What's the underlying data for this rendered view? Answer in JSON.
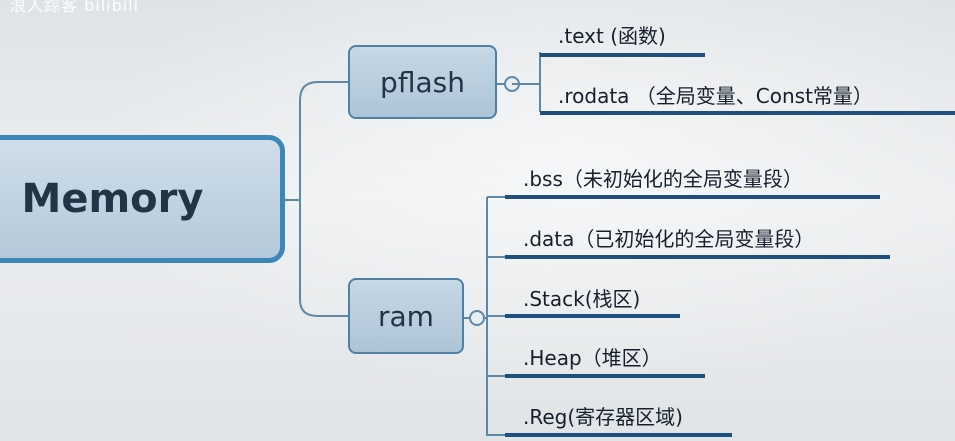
{
  "overlay": {
    "watermark": "浪人踪客 bilibili"
  },
  "mindmap": {
    "root": {
      "label": "Memory"
    },
    "branches": [
      {
        "label": "pflash",
        "leaves": [
          {
            "label": ".text (函数)"
          },
          {
            "label": ".rodata （全局变量、Const常量）"
          }
        ]
      },
      {
        "label": "ram",
        "leaves": [
          {
            "label": ".bss（未初始化的全局变量段）"
          },
          {
            "label": ".data（已初始化的全局变量段）"
          },
          {
            "label": ".Stack(栈区)"
          },
          {
            "label": ".Heap（堆区）"
          },
          {
            "label": ".Reg(寄存器区域)"
          }
        ]
      }
    ]
  },
  "colors": {
    "root_border": "#3d86b8",
    "branch_border": "#4f81a6",
    "underline": "#1e4f7d",
    "connector": "#5f87a6"
  }
}
